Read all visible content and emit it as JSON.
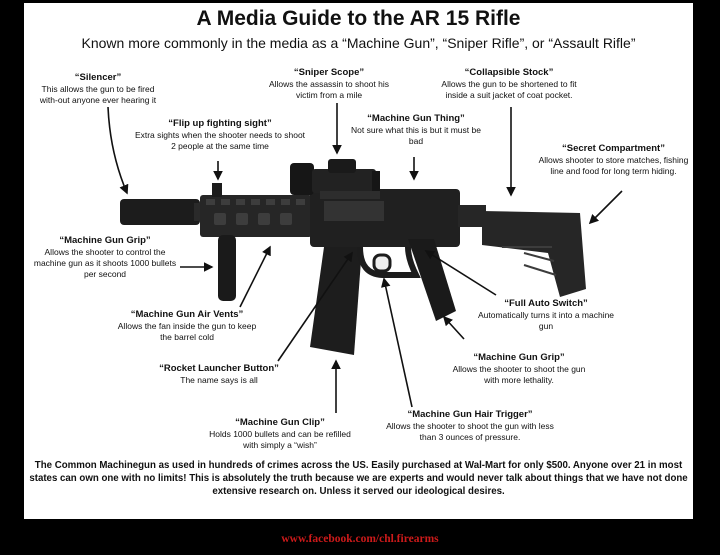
{
  "title": "A Media Guide to the AR 15 Rifle",
  "subtitle": "Known more commonly in the media as a “Machine Gun”, “Sniper Rifle”, or “Assault Rifle”",
  "callouts": {
    "silencer": {
      "name": "“Silencer”",
      "desc": "This allows the gun to be fired with-out anyone ever hearing it"
    },
    "sniper_scope": {
      "name": "“Sniper Scope”",
      "desc": "Allows the assassin to shoot his victim from a mile"
    },
    "collapsible_stock": {
      "name": "“Collapsible Stock”",
      "desc": "Allows the gun to be shortened  to fit inside a suit jacket of coat pocket."
    },
    "flip_up_sight": {
      "name": "“Flip up fighting sight”",
      "desc": "Extra sights when the shooter needs to shoot 2 people at the same time"
    },
    "machine_gun_thing": {
      "name": "“Machine Gun Thing”",
      "desc": "Not sure what this is but it must be bad"
    },
    "secret_compartment": {
      "name": "“Secret Compartment”",
      "desc": "Allows shooter to store matches, fishing line and food for long term hiding."
    },
    "machine_gun_grip_front": {
      "name": "“Machine Gun Grip”",
      "desc": "Allows the shooter to control the machine gun as it shoots 1000 bullets per second"
    },
    "air_vents": {
      "name": "“Machine Gun Air Vents”",
      "desc": "Allows the fan inside the gun to keep the barrel cold"
    },
    "full_auto_switch": {
      "name": "“Full Auto Switch”",
      "desc": "Automatically turns it into a machine gun"
    },
    "rocket_launcher": {
      "name": "“Rocket Launcher Button”",
      "desc": "The name says is all"
    },
    "machine_gun_grip_rear": {
      "name": "“Machine Gun Grip”",
      "desc": "Allows the shooter to shoot the gun with more lethality."
    },
    "machine_gun_clip": {
      "name": "“Machine Gun Clip”",
      "desc": "Holds 1000 bullets and can be refilled with simply a “wish”"
    },
    "hair_trigger": {
      "name": "“Machine Gun Hair Trigger”",
      "desc": "Allows the shooter to shoot the gun with less than 3 ounces of pressure."
    }
  },
  "bottom_text": "The Common Machinegun as used in hundreds of crimes across the US.  Easily purchased at Wal-Mart for only $500.  Anyone over 21 in most states can own one with no limits!  This is absolutely the truth because we are experts and would never talk about things that we have not done extensive research on.  Unless it served our ideological desires.",
  "footer_link": "www.facebook.com/chl.firearms"
}
